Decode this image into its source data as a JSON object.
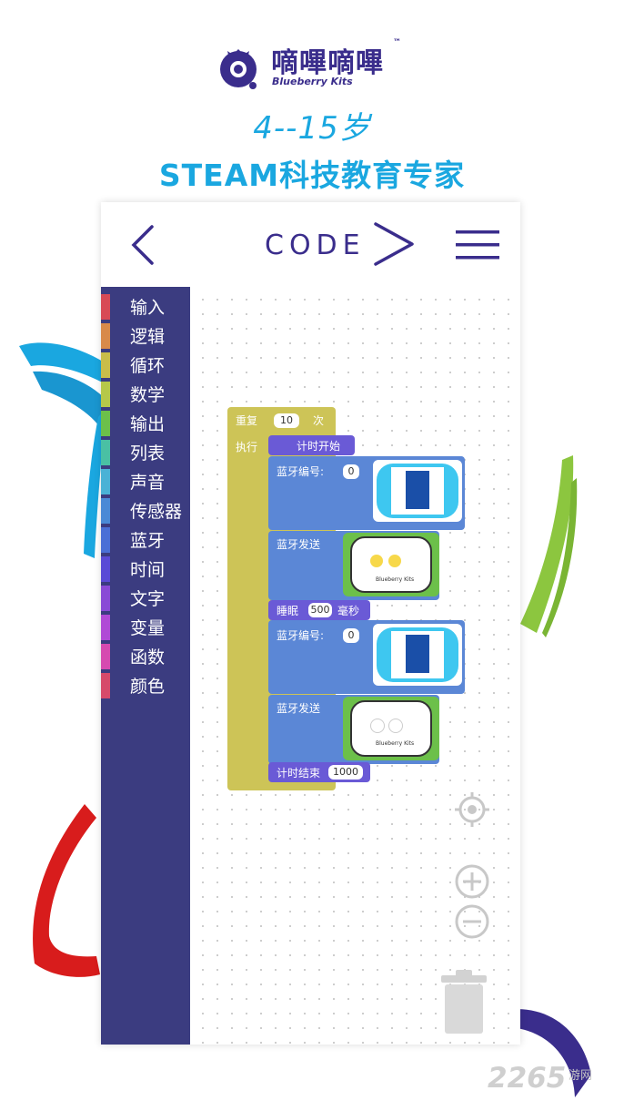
{
  "brand": {
    "name": "嘀嗶嘀嗶",
    "tm": "™",
    "subtitle": "Blueberry Kits",
    "tagline1": "4--15岁",
    "tagline2": "STEAM科技教育专家"
  },
  "topbar": {
    "back_icon": "chevron-left-icon",
    "title": "CODE",
    "run_icon": "play-icon",
    "menu_icon": "hamburger-menu-icon"
  },
  "categories": [
    {
      "label": "输入",
      "color": "#d84a55"
    },
    {
      "label": "逻辑",
      "color": "#d88a4a"
    },
    {
      "label": "循环",
      "color": "#c9bd4a"
    },
    {
      "label": "数学",
      "color": "#b6c84a"
    },
    {
      "label": "输出",
      "color": "#6cc04a"
    },
    {
      "label": "列表",
      "color": "#4ac0a4"
    },
    {
      "label": "声音",
      "color": "#4ab2d6"
    },
    {
      "label": "传感器",
      "color": "#4a8ad6"
    },
    {
      "label": "蓝牙",
      "color": "#4a6fd6"
    },
    {
      "label": "时间",
      "color": "#5a4ad6"
    },
    {
      "label": "文字",
      "color": "#8a4ad6"
    },
    {
      "label": "变量",
      "color": "#b04ad6"
    },
    {
      "label": "函数",
      "color": "#d64ab0"
    },
    {
      "label": "颜色",
      "color": "#d64a6a"
    }
  ],
  "blocks": {
    "repeat_label": "重复",
    "repeat_count": "10",
    "repeat_unit": "次",
    "do_label": "执行",
    "timer_start": "计时开始",
    "bt_id_label_1": "蓝牙编号:",
    "bt_id_value_1": "0",
    "bt_send_1": "蓝牙发送",
    "sleep_label": "睡眠",
    "sleep_value": "500",
    "sleep_unit": "毫秒",
    "bt_id_label_2": "蓝牙编号:",
    "bt_id_value_2": "0",
    "bt_send_2": "蓝牙发送",
    "timer_end": "计时结束",
    "timer_end_value": "1000",
    "module_brand": "Blueberry Kits"
  },
  "controls": {
    "center_icon": "target-icon",
    "zoom_in_icon": "plus-icon",
    "zoom_out_icon": "minus-icon",
    "trash_icon": "trash-icon"
  },
  "watermark": {
    "text": "2265",
    "suffix": "游网"
  },
  "colors": {
    "brand": "#3a2d8c",
    "accent": "#1aa7e0",
    "sidebar": "#3b3c80",
    "loop_block": "#cdc457",
    "bt_block": "#5b87d6",
    "timer_block": "#6a5ad6",
    "module_green": "#6cc04a"
  }
}
